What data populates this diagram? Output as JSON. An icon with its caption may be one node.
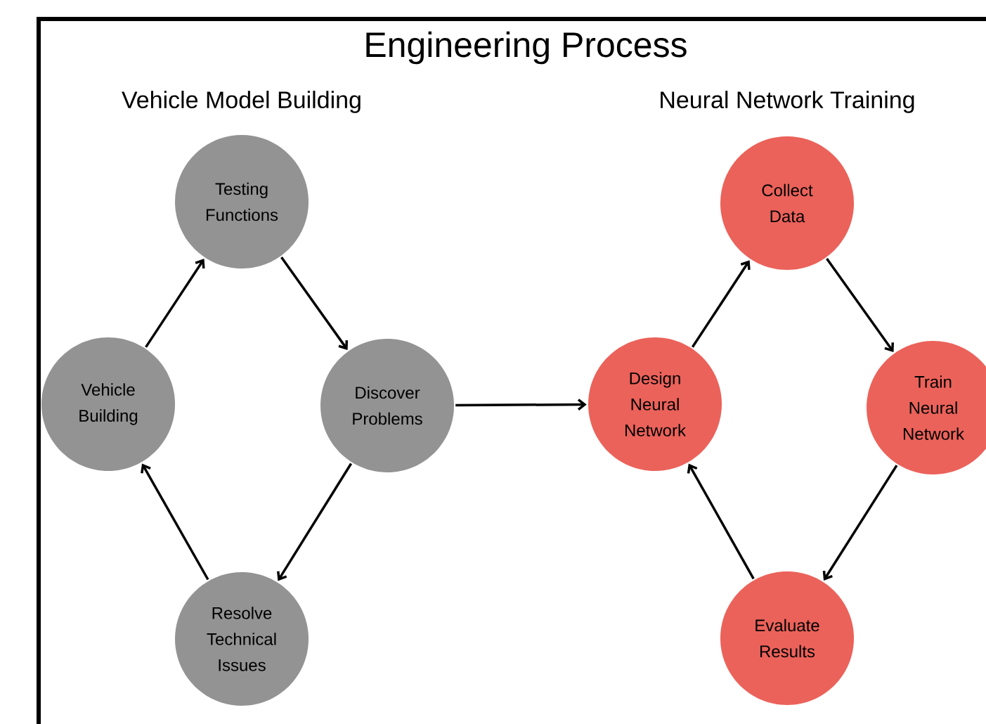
{
  "diagram": {
    "title": "Engineering Process",
    "nodes": [
      {
        "text": [
          "Testing Functions"
        ]
      },
      {
        "text": [
          "Vehicle Building"
        ]
      },
      {
        "text": [
          "Discover Problems"
        ]
      },
      {
        "text": [
          "Resolve Technical Issues"
        ]
      },
      {
        "text": [
          "Collect Data"
        ]
      },
      {
        "text": [
          "Design Neural Network"
        ]
      },
      {
        "text": [
          "Train Neural Network"
        ]
      },
      {
        "text": [
          "Evaluate Results"
        ]
      }
    ],
    "edges": [
      {
        "from": 1,
        "to": 0,
        "arrow": "to"
      },
      {
        "from": 0,
        "to": 2,
        "arrow": "to"
      },
      {
        "from": 2,
        "to": 3,
        "arrow": "to"
      },
      {
        "from": 3,
        "to": 1,
        "arrow": "to"
      },
      {
        "from": 2,
        "to": 5,
        "arrow": "to"
      },
      {
        "from": 5,
        "to": 4,
        "arrow": "to"
      },
      {
        "from": 4,
        "to": 6,
        "arrow": "to"
      },
      {
        "from": 6,
        "to": 7,
        "arrow": "to"
      },
      {
        "from": 7,
        "to": 5,
        "arrow": "to"
      }
    ],
    "labels": [
      "Vehicle Model Building",
      "Neural Network Training"
    ]
  }
}
